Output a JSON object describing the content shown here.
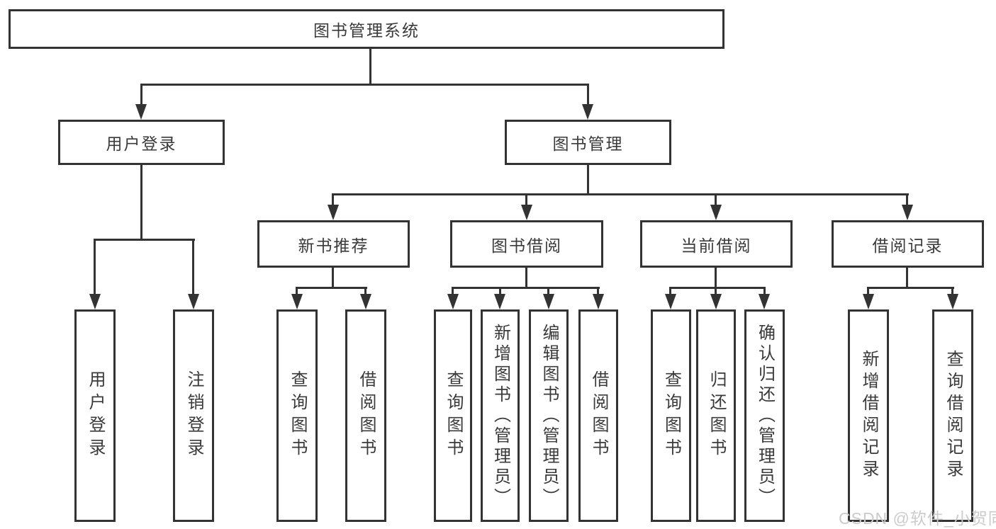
{
  "diagram_type": "hierarchy-tree",
  "nodes": {
    "root": {
      "label": "图书管理系统"
    },
    "user_login": {
      "label": "用户登录"
    },
    "book_mgmt": {
      "label": "图书管理"
    },
    "new_book_rec": {
      "label": "新书推荐"
    },
    "book_borrow": {
      "label": "图书借阅"
    },
    "current_borrow": {
      "label": "当前借阅"
    },
    "borrow_records": {
      "label": "借阅记录"
    },
    "login_leaf": {
      "label": "用户登录"
    },
    "logout_leaf": {
      "label": "注销登录"
    },
    "nb_query_books": {
      "label": "查询图书"
    },
    "nb_borrow_books": {
      "label": "借阅图书"
    },
    "bb_query_books": {
      "label": "查询图书"
    },
    "bb_add_books": {
      "label": "新增图书（管理员）"
    },
    "bb_edit_books": {
      "label": "编辑图书（管理员）"
    },
    "bb_borrow_books": {
      "label": "借阅图书"
    },
    "cb_query_books": {
      "label": "查询图书"
    },
    "cb_return_books": {
      "label": "归还图书"
    },
    "cb_confirm_return": {
      "label": "确认归还（管理员）"
    },
    "br_add_record": {
      "label": "新增借阅记录"
    },
    "br_query_record": {
      "label": "查询借阅记录"
    }
  },
  "hierarchy": {
    "root": [
      "user_login",
      "book_mgmt"
    ],
    "user_login": [
      "login_leaf",
      "logout_leaf"
    ],
    "book_mgmt": [
      "new_book_rec",
      "book_borrow",
      "current_borrow",
      "borrow_records"
    ],
    "new_book_rec": [
      "nb_query_books",
      "nb_borrow_books"
    ],
    "book_borrow": [
      "bb_query_books",
      "bb_add_books",
      "bb_edit_books",
      "bb_borrow_books"
    ],
    "current_borrow": [
      "cb_query_books",
      "cb_return_books",
      "cb_confirm_return"
    ],
    "borrow_records": [
      "br_add_record",
      "br_query_record"
    ]
  },
  "watermark": "CSDN @软件_小贺同学",
  "colors": {
    "line": "#333333",
    "border": "#333333",
    "text": "#3a3a3a",
    "background": "#ffffff",
    "watermark": "#cbcbcb"
  }
}
